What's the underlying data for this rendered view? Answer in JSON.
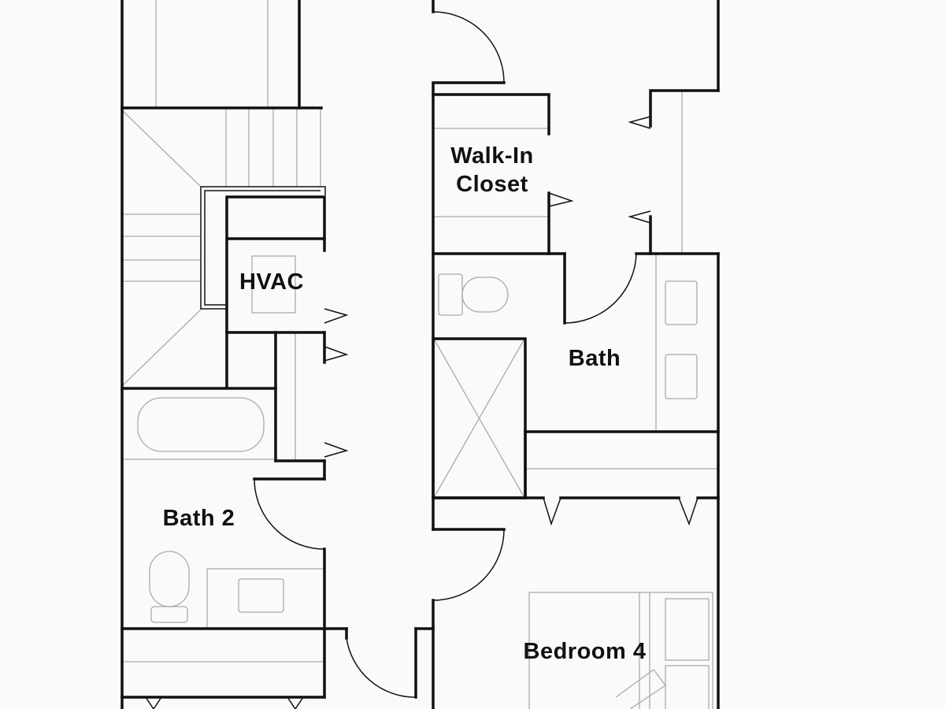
{
  "rooms": {
    "walk_in_closet": "Walk-In Closet",
    "walk_in_closet_line1": "Walk-In",
    "walk_in_closet_line2": "Closet",
    "hvac": "HVAC",
    "bath": "Bath",
    "bath_2": "Bath 2",
    "bedroom_4": "Bedroom 4"
  },
  "colors": {
    "background": "#fafafa",
    "walls": "#111111",
    "fixtures": "#aaaaaa"
  }
}
